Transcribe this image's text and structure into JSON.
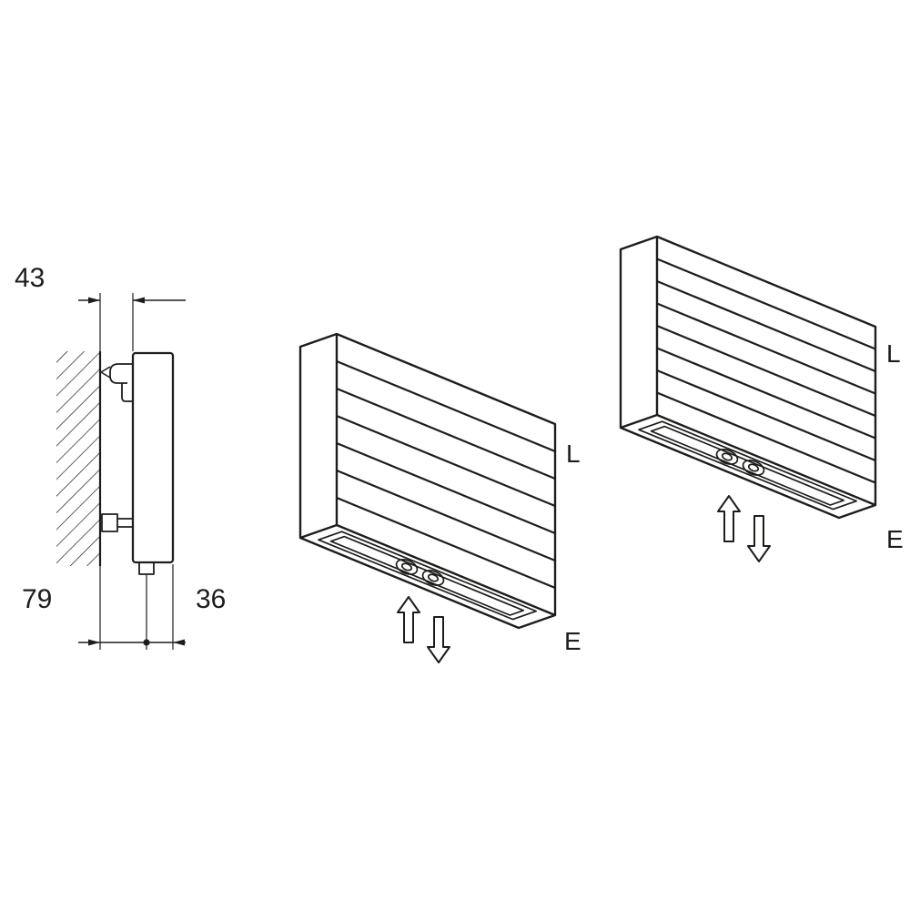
{
  "drawing": {
    "background": "#ffffff",
    "line_color": "#1d1d1b"
  },
  "side_view": {
    "dim_top": "43",
    "dim_bottom_left": "79",
    "dim_bottom_right": "36"
  },
  "radiator_mid": {
    "label_top": "L",
    "label_bottom": "E"
  },
  "radiator_right": {
    "label_top": "L",
    "label_bottom": "E"
  }
}
